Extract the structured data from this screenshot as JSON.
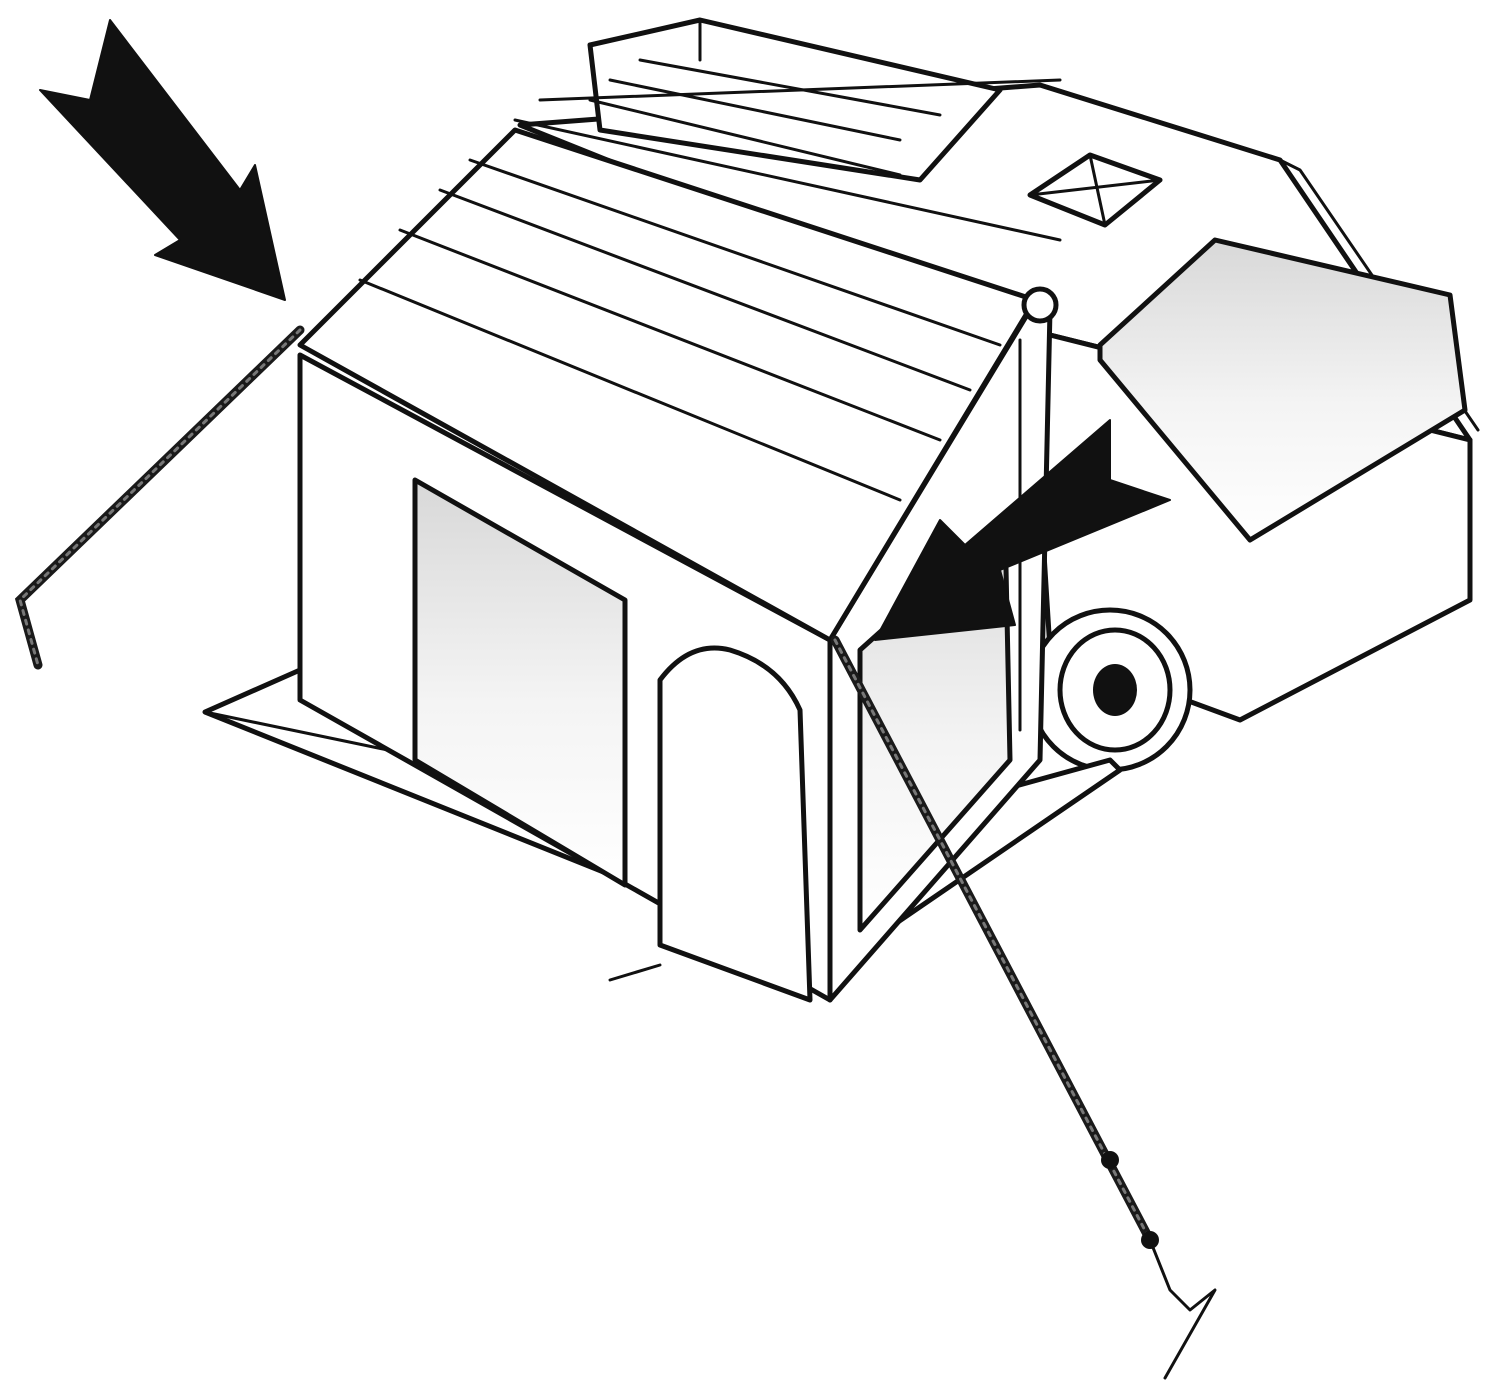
{
  "figure": {
    "background": "#ffffff",
    "ink_color": "#111111",
    "glass_color_light": "#ffffff",
    "glass_color_dark": "#d8d8d8",
    "arrow_count": 2,
    "arrows": [
      {
        "name": "arrow-top-left",
        "direction": "down-right"
      },
      {
        "name": "arrow-right",
        "direction": "down-left"
      }
    ]
  }
}
